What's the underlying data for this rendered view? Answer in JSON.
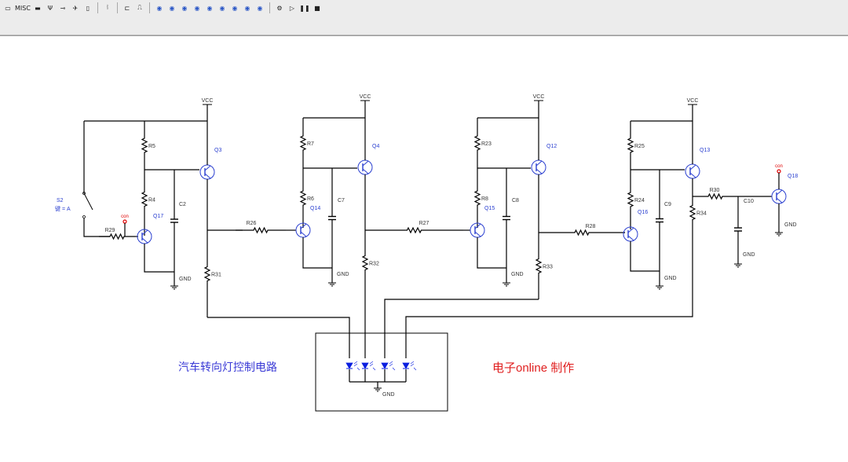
{
  "toolbar": {
    "buttons": [
      {
        "name": "battery-icon",
        "glyph": "▭"
      },
      {
        "name": "misc-button",
        "glyph": "MISC"
      },
      {
        "name": "display-icon",
        "glyph": "▬"
      },
      {
        "name": "antenna-icon",
        "glyph": "Ψ"
      },
      {
        "name": "crystal-icon",
        "glyph": "⊸"
      },
      {
        "name": "plane-icon",
        "glyph": "✈"
      },
      {
        "name": "fuse-icon",
        "glyph": "▯"
      },
      {
        "name": "sep-1",
        "glyph": ""
      },
      {
        "name": "bus-icon",
        "glyph": "⦚"
      },
      {
        "name": "sep-2",
        "glyph": ""
      },
      {
        "name": "wire-icon",
        "glyph": "⊏"
      },
      {
        "name": "pulse-icon",
        "glyph": "⎍"
      },
      {
        "name": "sep-3",
        "glyph": ""
      },
      {
        "name": "instrument-1-icon",
        "glyph": "◉"
      },
      {
        "name": "instrument-2-icon",
        "glyph": "◉"
      },
      {
        "name": "instrument-3-icon",
        "glyph": "◉"
      },
      {
        "name": "instrument-4-icon",
        "glyph": "◉"
      },
      {
        "name": "instrument-5-icon",
        "glyph": "◉"
      },
      {
        "name": "instrument-6-icon",
        "glyph": "◉"
      },
      {
        "name": "instrument-7-icon",
        "glyph": "◉"
      },
      {
        "name": "instrument-8-icon",
        "glyph": "◉"
      },
      {
        "name": "instrument-9-icon",
        "glyph": "◉"
      },
      {
        "name": "sep-4",
        "glyph": ""
      },
      {
        "name": "settings-icon",
        "glyph": "⚙"
      },
      {
        "name": "run-icon",
        "glyph": "▷"
      },
      {
        "name": "pause-icon",
        "glyph": "❚❚"
      },
      {
        "name": "stop-icon",
        "glyph": "■"
      }
    ]
  },
  "schematic": {
    "vcc": "VCC",
    "gnd": "GND",
    "con": "con",
    "switch_name": "S2",
    "switch_key": "键 = A",
    "resistors": [
      "R5",
      "R4",
      "R29",
      "R31",
      "R26",
      "R7",
      "R6",
      "R32",
      "R27",
      "R23",
      "R8",
      "R33",
      "R28",
      "R25",
      "R24",
      "R34",
      "R30"
    ],
    "capacitors": [
      "C2",
      "C7",
      "C8",
      "C9",
      "C10"
    ],
    "transistors": [
      "Q3",
      "Q17",
      "Q4",
      "Q14",
      "Q12",
      "Q15",
      "Q13",
      "Q16",
      "Q18"
    ]
  },
  "captions": {
    "title": "汽车转向灯控制电路",
    "credit": "电子online 制作"
  },
  "colors": {
    "wire": "#000000",
    "part_label": "#333333",
    "transistor": "#2a3fd0",
    "probe": "#e00000",
    "led": "#0a1fe0",
    "title_caption": "#3b3bd6",
    "credit_caption": "#e02020"
  }
}
